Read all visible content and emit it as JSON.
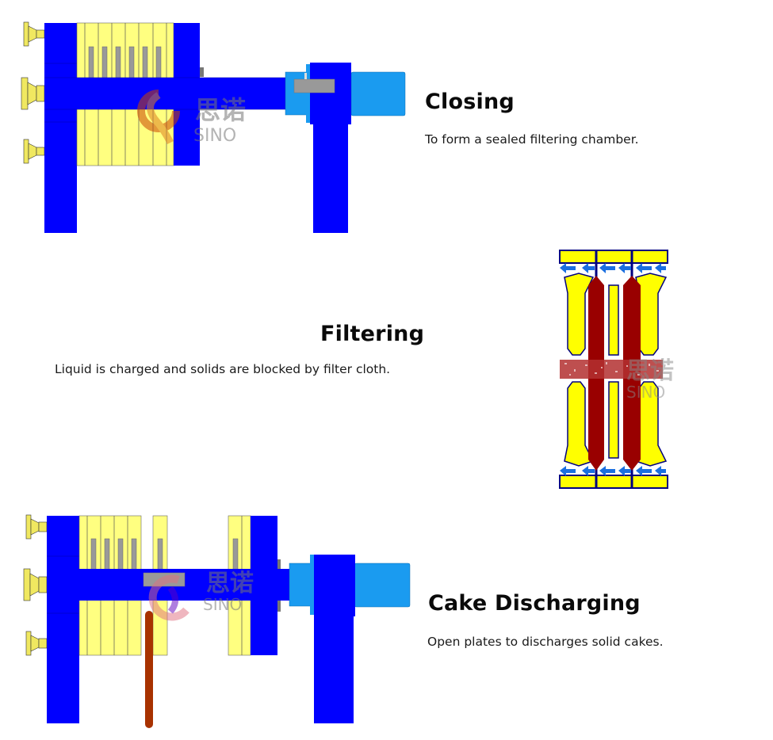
{
  "stages": [
    {
      "id": "closing",
      "title": "Closing",
      "description": "To form a sealed filtering chamber."
    },
    {
      "id": "filtering",
      "title": "Filtering",
      "description": "Liquid is charged and solids are blocked by filter cloth."
    },
    {
      "id": "cake-discharging",
      "title": "Cake Discharging",
      "description": "Open plates to discharges solid cakes."
    }
  ],
  "watermark": {
    "brand_cn": "思诺",
    "brand_en": "SINO"
  },
  "colors": {
    "frame_blue": "#0000ff",
    "cylinder_blue": "#1a9bf0",
    "plate_yellow": "#ffff80",
    "handwheel_yellow": "#f0e860",
    "slot_gray": "#999999",
    "cake_red": "#990000",
    "cake_brown": "#a83200",
    "text": "#111111"
  }
}
